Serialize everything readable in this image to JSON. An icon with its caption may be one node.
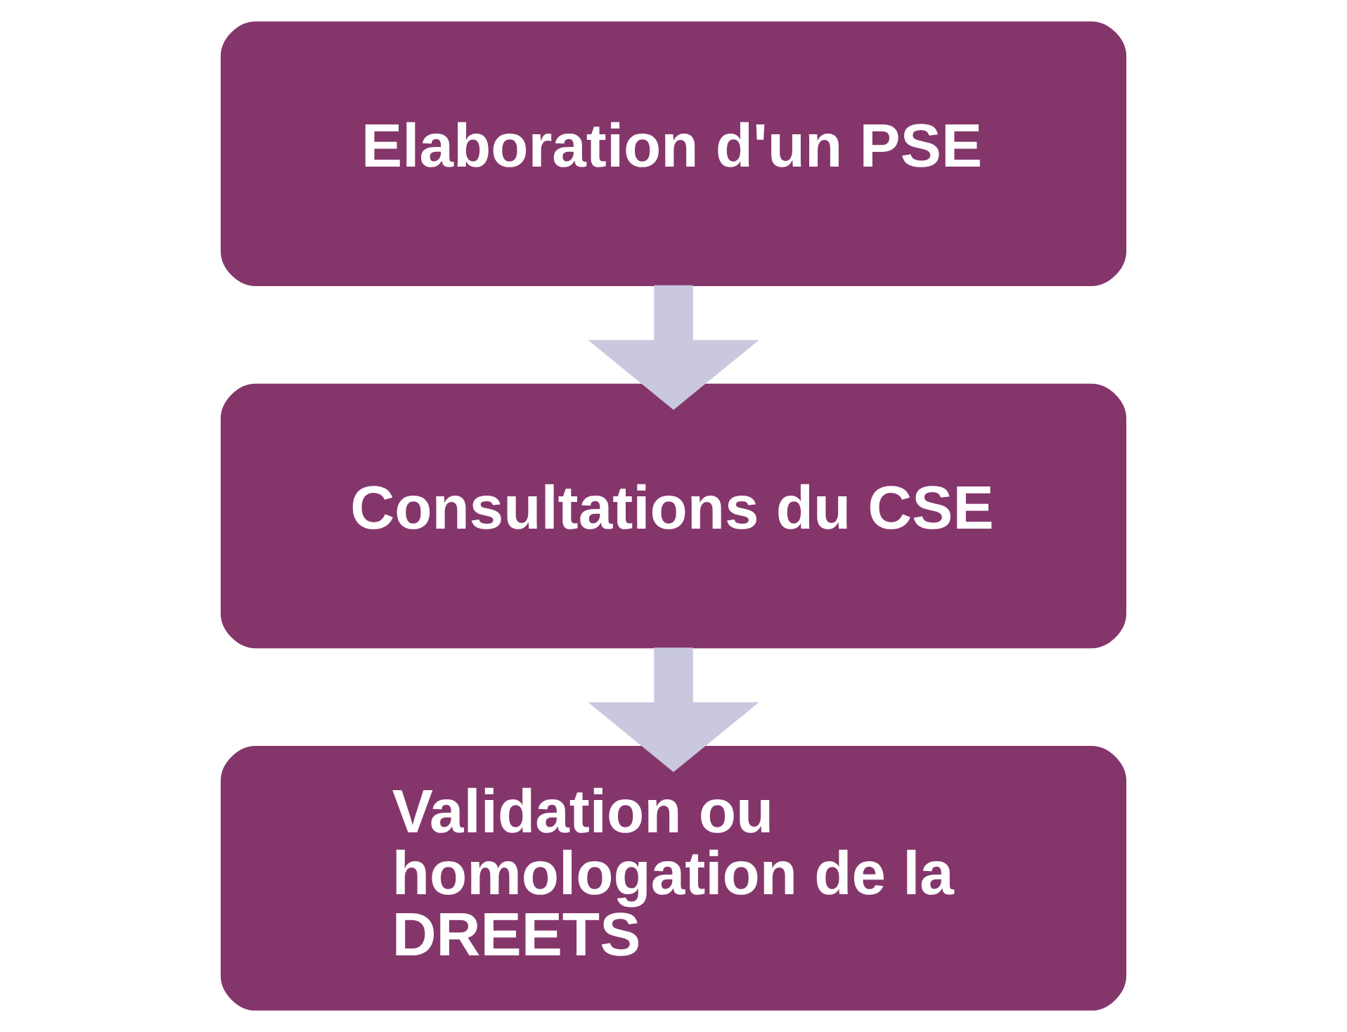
{
  "diagram": {
    "nodes": [
      {
        "text": [
          "Elaboration d'un PSE"
        ]
      },
      {
        "text": [
          "Consultations du CSE"
        ]
      },
      {
        "text": [
          "Validation ou homologation de la DREETS"
        ]
      }
    ],
    "edges": [
      {
        "from": 0,
        "to": 1,
        "arrow": "to"
      },
      {
        "from": 1,
        "to": 2,
        "arrow": "to"
      }
    ]
  }
}
